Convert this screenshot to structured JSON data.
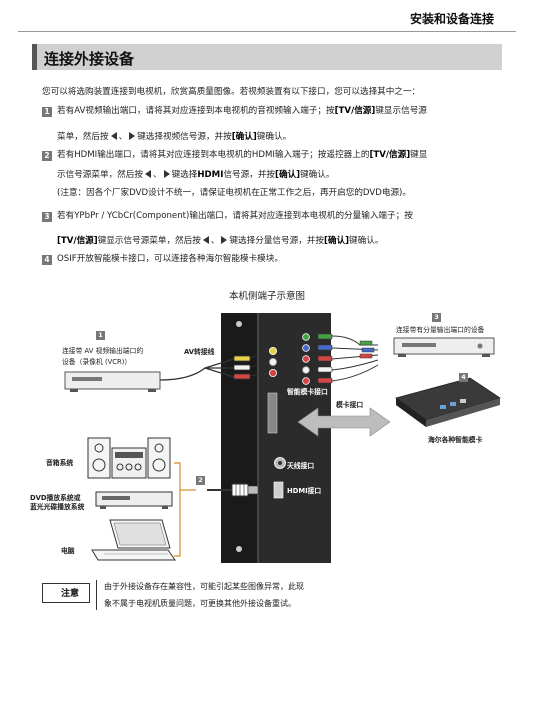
{
  "header": {
    "title": "安装和设备连接"
  },
  "section": {
    "title": "连接外接设备"
  },
  "intro": "您可以将选购装置连接到电视机，欣赏高质量图像。若视频装置有以下接口，您可以选择其中之一：",
  "items": [
    {
      "num": "1",
      "line1_pre": "若有AV视频输出端口，请将其对应连接到本电视机的音视频输入端子；按",
      "line1_key": "[TV/信源]",
      "line1_post": "键显示信号源",
      "line2_pre": "菜单，然后按",
      "line2_mid": "键选择视频信号源，并按",
      "line2_key": "[确认]",
      "line2_post": "键确认。"
    },
    {
      "num": "2",
      "line1_pre": "若有HDMI输出端口，请将其对应连接到本电视机的HDMI输入端子；按遥控器上的",
      "line1_key": "[TV/信源]",
      "line1_post": "键显",
      "line2_pre": "示信号源菜单，然后按",
      "line2_mid": "键选择",
      "line2_bold": "HDMI",
      "line2_mid2": "信号源，并按",
      "line2_key": "[确认]",
      "line2_post": "键确认。",
      "note": "(注意：因各个厂家DVD设计不统一，请保证电视机在正常工作之后，再开启您的DVD电源)。"
    },
    {
      "num": "3",
      "line1": "若有YPbPr / YCbCr(Component)输出端口，请将其对应连接到本电视机的分量输入端子；按",
      "line2_key": "[TV/信源]",
      "line2_pre": "键显示信号源菜单，然后按",
      "line2_mid": "键选择分量信号源，并按",
      "line2_key2": "[确认]",
      "line2_post": "键确认。"
    },
    {
      "num": "4",
      "line1": "OSIF开放智能模卡接口，可以连接各种海尔智能模卡模块。"
    }
  ],
  "diagram": {
    "title": "本机侧端子示意图",
    "n1": "1",
    "n2": "2",
    "n3": "3",
    "n4": "4",
    "vcr_label1": "连接带 AV 视频输出端口的",
    "vcr_label2": "设备（录像机 (VCR)）",
    "av_cable": "AV转接线",
    "component_device": "连接带有分量输出端口的设备",
    "smart_card_port": "智能模卡接口",
    "card_slot": "模卡接口",
    "haier_card": "海尔各种智能模卡",
    "audio_system": "音箱系统",
    "dvd_label1": "DVD播放系统或",
    "dvd_label2": "蓝光光碟播放系统",
    "computer": "电脑",
    "antenna_port": "天线接口",
    "hdmi_port": "HDMI接口"
  },
  "note": {
    "tag": "注意",
    "line1": "由于外接设备存在兼容性，可能引起某些图像异常，此现",
    "line2": "象不属于电视机质量问题，可更换其他外接设备重试。"
  }
}
